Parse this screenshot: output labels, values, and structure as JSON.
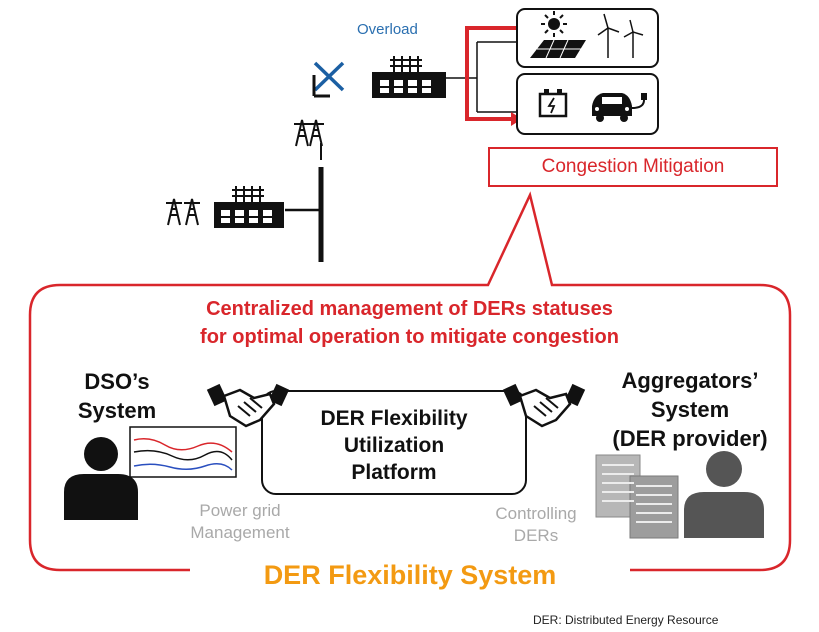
{
  "grid": {
    "overload_label": "Overload",
    "congestion_label": "Congestion Mitigation"
  },
  "headline": {
    "line1": "Centralized management of DERs statuses",
    "line2": "for optimal operation to mitigate congestion"
  },
  "dso": {
    "title_line1": "DSO’s",
    "title_line2": "System",
    "caption_line1": "Power grid",
    "caption_line2": "Management"
  },
  "platform": {
    "line1": "DER Flexibility",
    "line2": "Utilization",
    "line3": "Platform"
  },
  "aggregator": {
    "title_line1": "Aggregators’",
    "title_line2": "System",
    "title_line3": "(DER provider)",
    "caption_line1": "Controlling",
    "caption_line2": "DERs"
  },
  "system_label": "DER Flexibility System",
  "footnote": "DER: Distributed Energy Resource",
  "colors": {
    "accent_red": "#d9262b",
    "system_orange": "#f39a12",
    "overload_blue": "#2a6fb0",
    "caption_gray": "#a9a9a9"
  },
  "icons": [
    "transmission-tower-icon",
    "substation-icon",
    "overload-cross-icon",
    "solar-panel-icon",
    "sun-icon",
    "wind-turbine-icon",
    "battery-icon",
    "electric-car-icon",
    "handshake-icon",
    "person-icon",
    "server-rack-icon",
    "monitor-graph-icon"
  ]
}
